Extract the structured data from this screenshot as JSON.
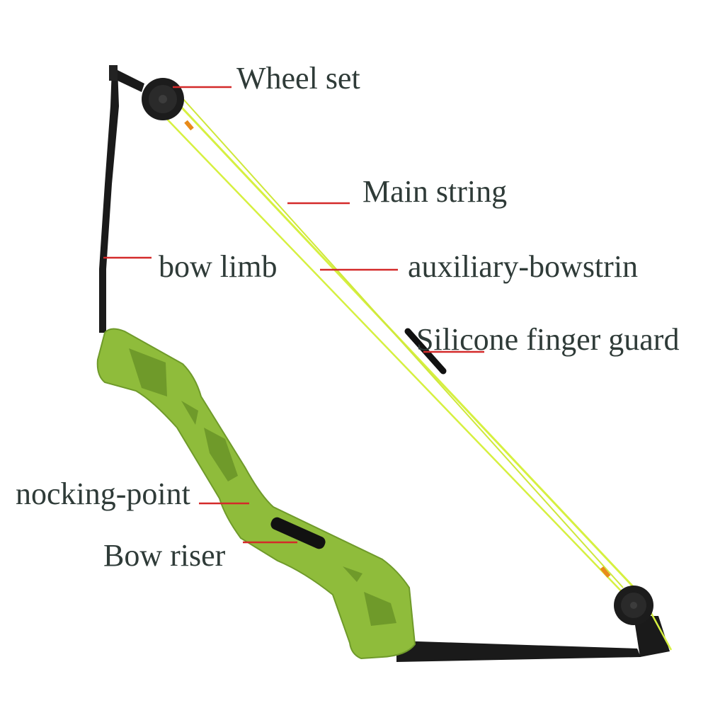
{
  "labels": {
    "wheel_set": "Wheel set",
    "main_string": "Main string",
    "bow_limb": "bow limb",
    "auxiliary_bowstring": "auxiliary-bowstrin",
    "finger_guard": "Silicone finger guard",
    "nocking_point": "nocking-point",
    "bow_riser": "Bow riser"
  },
  "colors": {
    "riser": "#8fbc3b",
    "riser_dark": "#6f9a2a",
    "string": "#d6f040",
    "limb": "#1a1a1a",
    "leader_line": "#d42a2a",
    "label_text": "#2f3b38",
    "accent_orange": "#e88a1a"
  }
}
